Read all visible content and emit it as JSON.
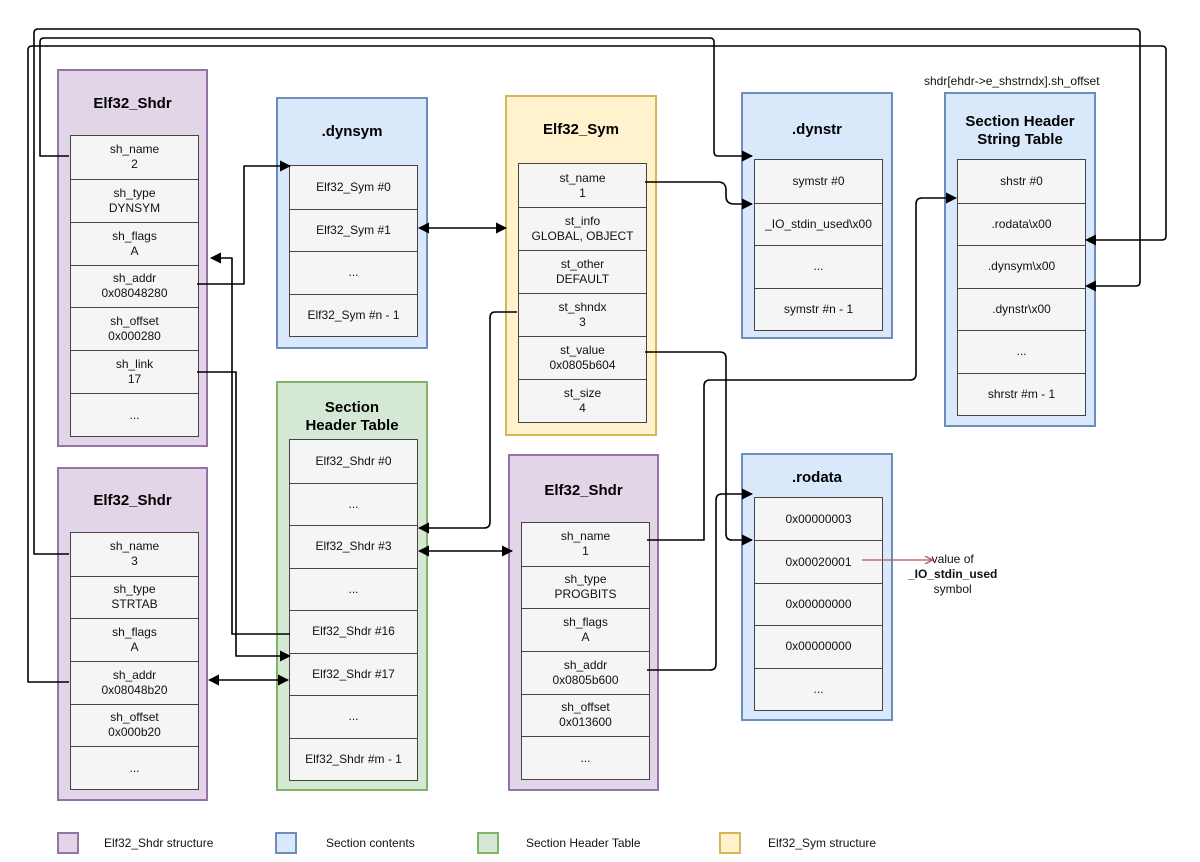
{
  "panels": {
    "shdr_top": {
      "title": "Elf32_Shdr",
      "rows": [
        [
          "sh_name",
          "2"
        ],
        [
          "sh_type",
          "DYNSYM"
        ],
        [
          "sh_flags",
          "A"
        ],
        [
          "sh_addr",
          "0x08048280"
        ],
        [
          "sh_offset",
          "0x000280"
        ],
        [
          "sh_link",
          "17"
        ],
        [
          "..."
        ]
      ]
    },
    "shdr_bottom": {
      "title": "Elf32_Shdr",
      "rows": [
        [
          "sh_name",
          "3"
        ],
        [
          "sh_type",
          "STRTAB"
        ],
        [
          "sh_flags",
          "A"
        ],
        [
          "sh_addr",
          "0x08048b20"
        ],
        [
          "sh_offset",
          "0x000b20"
        ],
        [
          "..."
        ]
      ]
    },
    "dynsym": {
      "title": ".dynsym",
      "rows": [
        [
          "Elf32_Sym #0"
        ],
        [
          "Elf32_Sym #1"
        ],
        [
          "..."
        ],
        [
          "Elf32_Sym #n - 1"
        ]
      ]
    },
    "sht": {
      "title_lines": [
        "Section",
        "Header Table"
      ],
      "rows": [
        [
          "Elf32_Shdr #0"
        ],
        [
          "..."
        ],
        [
          "Elf32_Shdr #3"
        ],
        [
          "..."
        ],
        [
          "Elf32_Shdr #16"
        ],
        [
          "Elf32_Shdr #17"
        ],
        [
          "..."
        ],
        [
          "Elf32_Shdr #m - 1"
        ]
      ]
    },
    "sym": {
      "title": "Elf32_Sym",
      "rows": [
        [
          "st_name",
          "1"
        ],
        [
          "st_info",
          "GLOBAL, OBJECT"
        ],
        [
          "st_other",
          "DEFAULT"
        ],
        [
          "st_shndx",
          "3"
        ],
        [
          "st_value",
          "0x0805b604"
        ],
        [
          "st_size",
          "4"
        ]
      ]
    },
    "shdr_mid": {
      "title": "Elf32_Shdr",
      "rows": [
        [
          "sh_name",
          "1"
        ],
        [
          "sh_type",
          "PROGBITS"
        ],
        [
          "sh_flags",
          "A"
        ],
        [
          "sh_addr",
          "0x0805b600"
        ],
        [
          "sh_offset",
          "0x013600"
        ],
        [
          "..."
        ]
      ]
    },
    "dynstr": {
      "title": ".dynstr",
      "rows": [
        [
          "symstr #0"
        ],
        [
          "_IO_stdin_used\\x00"
        ],
        [
          "..."
        ],
        [
          "symstr #n - 1"
        ]
      ]
    },
    "shstrtab": {
      "title_lines": [
        "Section Header",
        "String Table"
      ],
      "caption": "shdr[ehdr->e_shstrndx].sh_offset",
      "rows": [
        [
          "shstr #0"
        ],
        [
          ".rodata\\x00"
        ],
        [
          ".dynsym\\x00"
        ],
        [
          ".dynstr\\x00"
        ],
        [
          "..."
        ],
        [
          "shrstr #m - 1"
        ]
      ]
    },
    "rodata": {
      "title": ".rodata",
      "rows": [
        [
          "0x00000003"
        ],
        [
          "0x00020001"
        ],
        [
          "0x00000000"
        ],
        [
          "0x00000000"
        ],
        [
          "..."
        ]
      ]
    }
  },
  "annotation": {
    "line1": "value of",
    "line2": "_IO_stdin_used",
    "line3": "symbol"
  },
  "legend": [
    {
      "label": "Elf32_Shdr structure",
      "fill": "#e1d5e7",
      "stroke": "#9673a6"
    },
    {
      "label": "Section contents",
      "fill": "#dae8fc",
      "stroke": "#6c8ebf"
    },
    {
      "label": "Section Header Table",
      "fill": "#d5e8d4",
      "stroke": "#82b366"
    },
    {
      "label": "Elf32_Sym structure",
      "fill": "#fff2cc",
      "stroke": "#d6b656"
    }
  ]
}
